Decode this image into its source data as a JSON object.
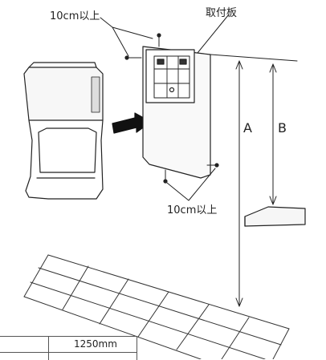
{
  "labels": {
    "top_clearance": "10cm以上",
    "bottom_clearance": "10cm以上",
    "mounting_plate": "取付板",
    "dim_a": "A",
    "dim_b": "B"
  },
  "table": {
    "value": "1250mm"
  }
}
